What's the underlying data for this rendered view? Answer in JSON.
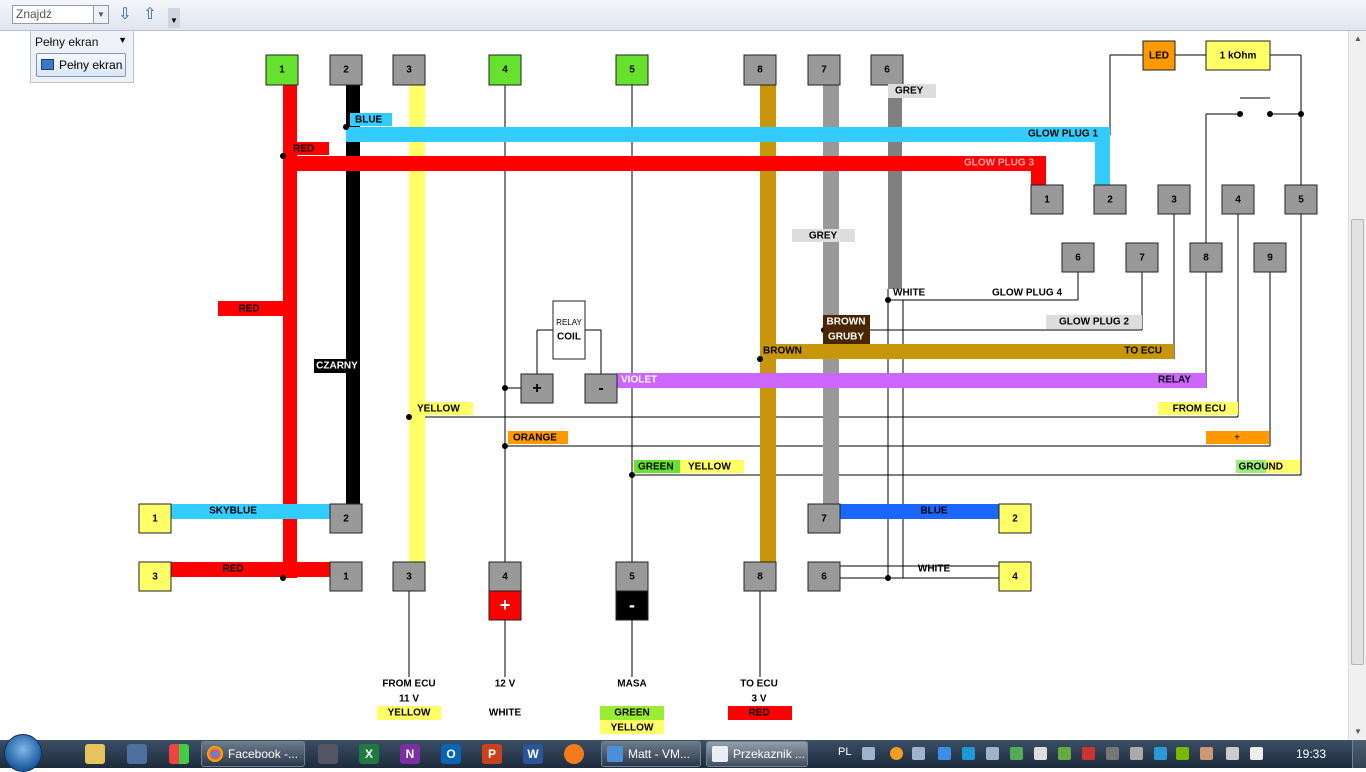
{
  "toolbar": {
    "search_placeholder": "Znajdź",
    "fullscreen_panel_title": "Pełny ekran",
    "fullscreen_button_label": "Pełny ekran"
  },
  "diagram": {
    "top_connector": [
      {
        "num": "1",
        "color": "#66e22e"
      },
      {
        "num": "2",
        "color": "#999999"
      },
      {
        "num": "3",
        "color": "#999999"
      },
      {
        "num": "4",
        "color": "#66e22e"
      },
      {
        "num": "5",
        "color": "#66e22e"
      },
      {
        "num": "8",
        "color": "#999999"
      },
      {
        "num": "7",
        "color": "#999999"
      },
      {
        "num": "6",
        "color": "#999999"
      }
    ],
    "led": "LED",
    "resistor": "1 kOhm",
    "relay_pins": [
      "1",
      "2",
      "3",
      "4",
      "5",
      "6",
      "7",
      "8",
      "9"
    ],
    "left_pins": [
      "1",
      "3"
    ],
    "bottom_connector": [
      "2",
      "1",
      "3",
      "4",
      "5",
      "8",
      "7",
      "6"
    ],
    "right_pins": [
      "2",
      "4"
    ],
    "relay_coil_top": "RELAY",
    "relay_coil_bottom": "COIL",
    "plus": "+",
    "minus": "-",
    "labels": {
      "blue": "BLUE",
      "glow_plug_1": "GLOW PLUG 1",
      "red_top": "RED",
      "glow_plug_3": "GLOW PLUG 3",
      "grey_top": "GREY",
      "grey_mid": "GREY",
      "white_gp4": "WHITE",
      "glow_plug_4": "GLOW PLUG 4",
      "glow_plug_2": "GLOW PLUG 2",
      "brown_gruby_1": "BROWN",
      "brown_gruby_2": "GRUBY",
      "brown": "BROWN",
      "to_ecu": "TO ECU",
      "violet": "VIOLET",
      "relay": "RELAY",
      "yellow": "YELLOW",
      "from_ecu": "FROM ECU",
      "orange": "ORANGE",
      "orange_plus": "+",
      "green": "GREEN",
      "yellow2": "YELLOW",
      "ground": "GROUND",
      "red_left": "RED",
      "czarny": "CZARNY",
      "skyblue": "SKYBLUE",
      "red_bottom": "RED",
      "blue_right": "BLUE",
      "white_right": "WHITE"
    },
    "bottom_labels": {
      "from_ecu_1": "FROM ECU",
      "from_ecu_2": "11 V",
      "from_ecu_3": "YELLOW",
      "v12_1": "12 V",
      "v12_2": "WHITE",
      "masa_1": "MASA",
      "masa_2": "GREEN",
      "masa_3": "YELLOW",
      "to_ecu_1": "TO ECU",
      "to_ecu_2": "3 V",
      "to_ecu_3": "RED"
    }
  },
  "taskbar": {
    "buttons": [
      {
        "label": "Facebook -...",
        "icon": "chrome-icon"
      },
      {
        "label": "Matt - VM...",
        "icon": "vm-icon"
      },
      {
        "label": "Przekaznik ...",
        "icon": "document-icon"
      }
    ],
    "language": "PL",
    "clock": "19:33"
  }
}
